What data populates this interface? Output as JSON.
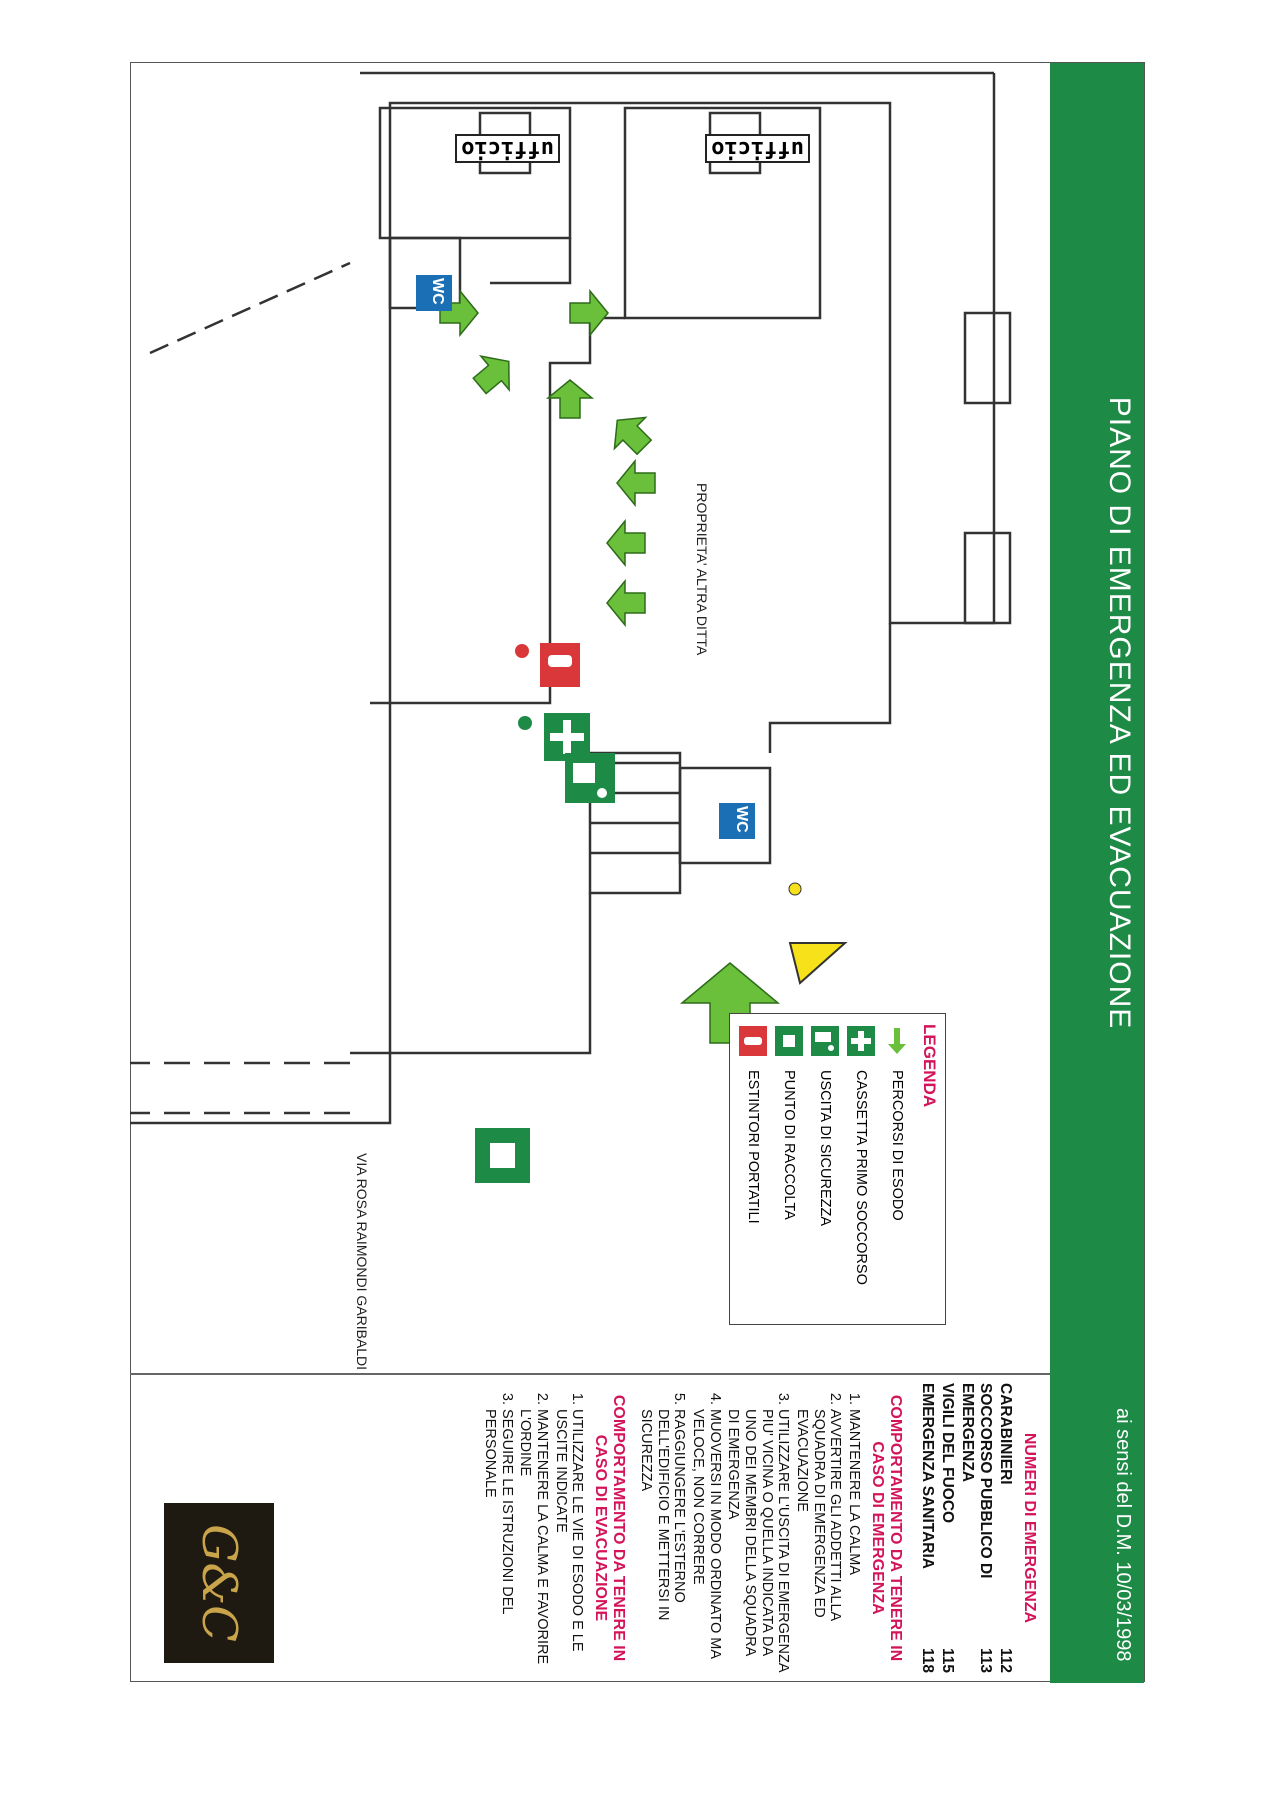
{
  "title": "PIANO DI EMERGENZA ED EVACUAZIONE",
  "decree": "ai sensi del D.M. 10/03/1998",
  "plan": {
    "office_label_1": "ufficio",
    "office_label_2": "ufficio",
    "wc_label_1": "WC",
    "wc_label_2": "WC",
    "neighbor_label": "PROPRIETA' ALTRA DITTA",
    "street_label": "VIA ROSA RAIMONDI GARIBALDI"
  },
  "legend": {
    "title": "LEGENDA",
    "items": [
      {
        "label": "PERCORSI DI ESODO",
        "icon": "green-arrow-icon"
      },
      {
        "label": "CASSETTA PRIMO SOCCORSO",
        "icon": "first-aid-icon"
      },
      {
        "label": "USCITA DI SICUREZZA",
        "icon": "emergency-exit-icon"
      },
      {
        "label": "PUNTO DI RACCOLTA",
        "icon": "assembly-point-icon"
      },
      {
        "label": "ESTINTORI PORTATILI",
        "icon": "fire-extinguisher-icon"
      }
    ]
  },
  "emergency_numbers": {
    "title": "NUMERI DI EMERGENZA",
    "items": [
      {
        "label": "CARABINIERI",
        "number": "112"
      },
      {
        "label": "SOCCORSO PUBBLICO DI EMERGENZA",
        "number": "113"
      },
      {
        "label": "VIGILI DEL FUOCO",
        "number": "115"
      },
      {
        "label": "EMERGENZA SANITARIA",
        "number": "118"
      }
    ]
  },
  "emergency_behaviour": {
    "title": "COMPORTAMENTO DA TENERE IN CASO DI EMERGENZA",
    "items": [
      "MANTENERE LA CALMA",
      "AVVERTIRE GLI ADDETTI ALLA SQUADRA DI EMERGENZA ED EVACUAZIONE",
      "UTILIZZARE L'USCITA DI EMERGENZA PIU' VICINA O QUELLA INDICATA DA UNO DEI MEMBRI DELLA SQUADRA DI EMERGENZA",
      "MUOVERSI IN MODO ORDINATO MA VELOCE, NON CORRERE",
      "RAGGIUNGERE L'ESTERNO DELL'EDIFICIO E METTERSI IN SICUREZZA"
    ]
  },
  "evacuation_behaviour": {
    "title": "COMPORTAMENTO DA TENERE IN CASO DI EVACUAZIONE",
    "items": [
      "UTILIZZARE LE VIE DI ESODO E LE USCITE INDICATE",
      "MANTENERE LA CALMA E FAVORIRE L'ORDINE",
      "SEGUIRE LE ISTRUZIONI DEL PERSONALE"
    ]
  },
  "logo_text": "G&C",
  "colors": {
    "banner": "#1d8a45",
    "accent": "#d4145a",
    "arrow": "#6abf3b",
    "wc": "#1a6fb5",
    "extinguisher": "#d9373a"
  }
}
